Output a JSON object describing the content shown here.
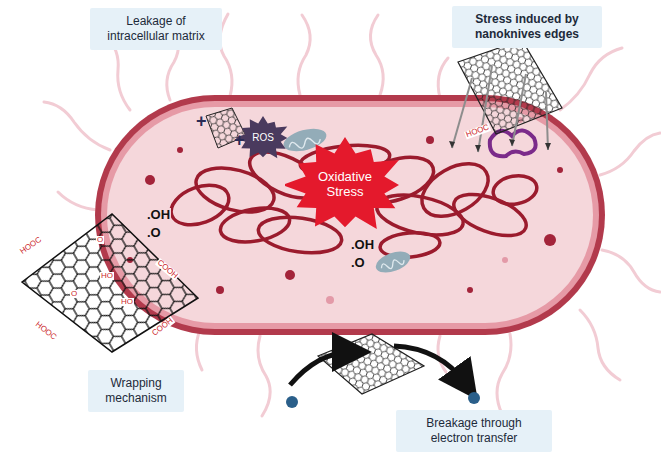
{
  "diagram": {
    "nodes": [
      {
        "text": [
          "Leakage of intracellular matrix"
        ]
      },
      {
        "text": [
          "Stress induced by nanoknives edges"
        ]
      },
      {
        "text": [
          "ROS"
        ]
      },
      {
        "text": [
          "Oxidative Stress"
        ]
      },
      {
        "text": [
          "Wrapping mechanism"
        ]
      },
      {
        "text": [
          "Breakage through electron transfer"
        ]
      }
    ],
    "labels": [
      "+",
      "+",
      ".OH",
      ".O",
      ".OH",
      ".O",
      "HOOC",
      "COOH",
      "O",
      "O",
      "HO",
      "HO",
      "HOOC",
      "COOH",
      "HOOC"
    ]
  }
}
